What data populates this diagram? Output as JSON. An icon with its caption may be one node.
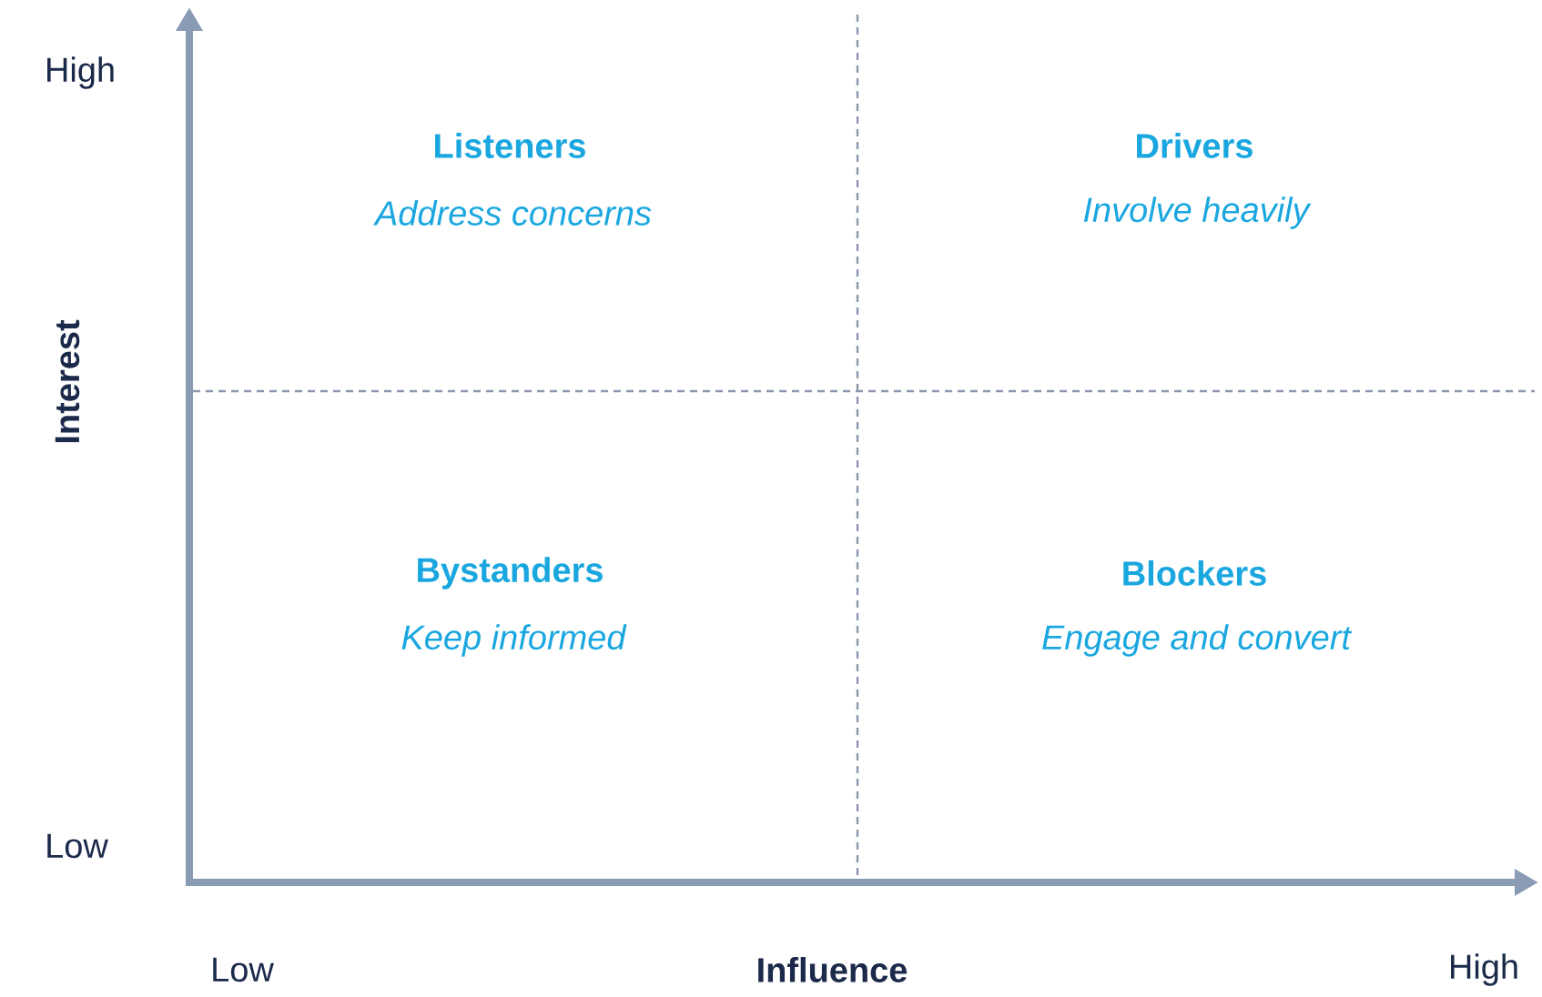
{
  "diagram": {
    "labels": [
      "High",
      "Listeners",
      "Address concerns",
      "Drivers",
      "Involve heavily",
      "Interest",
      "Bystanders",
      "Keep informed",
      "Blockers",
      "Engage and convert",
      "Low",
      "Low",
      "Influence",
      "High"
    ]
  }
}
